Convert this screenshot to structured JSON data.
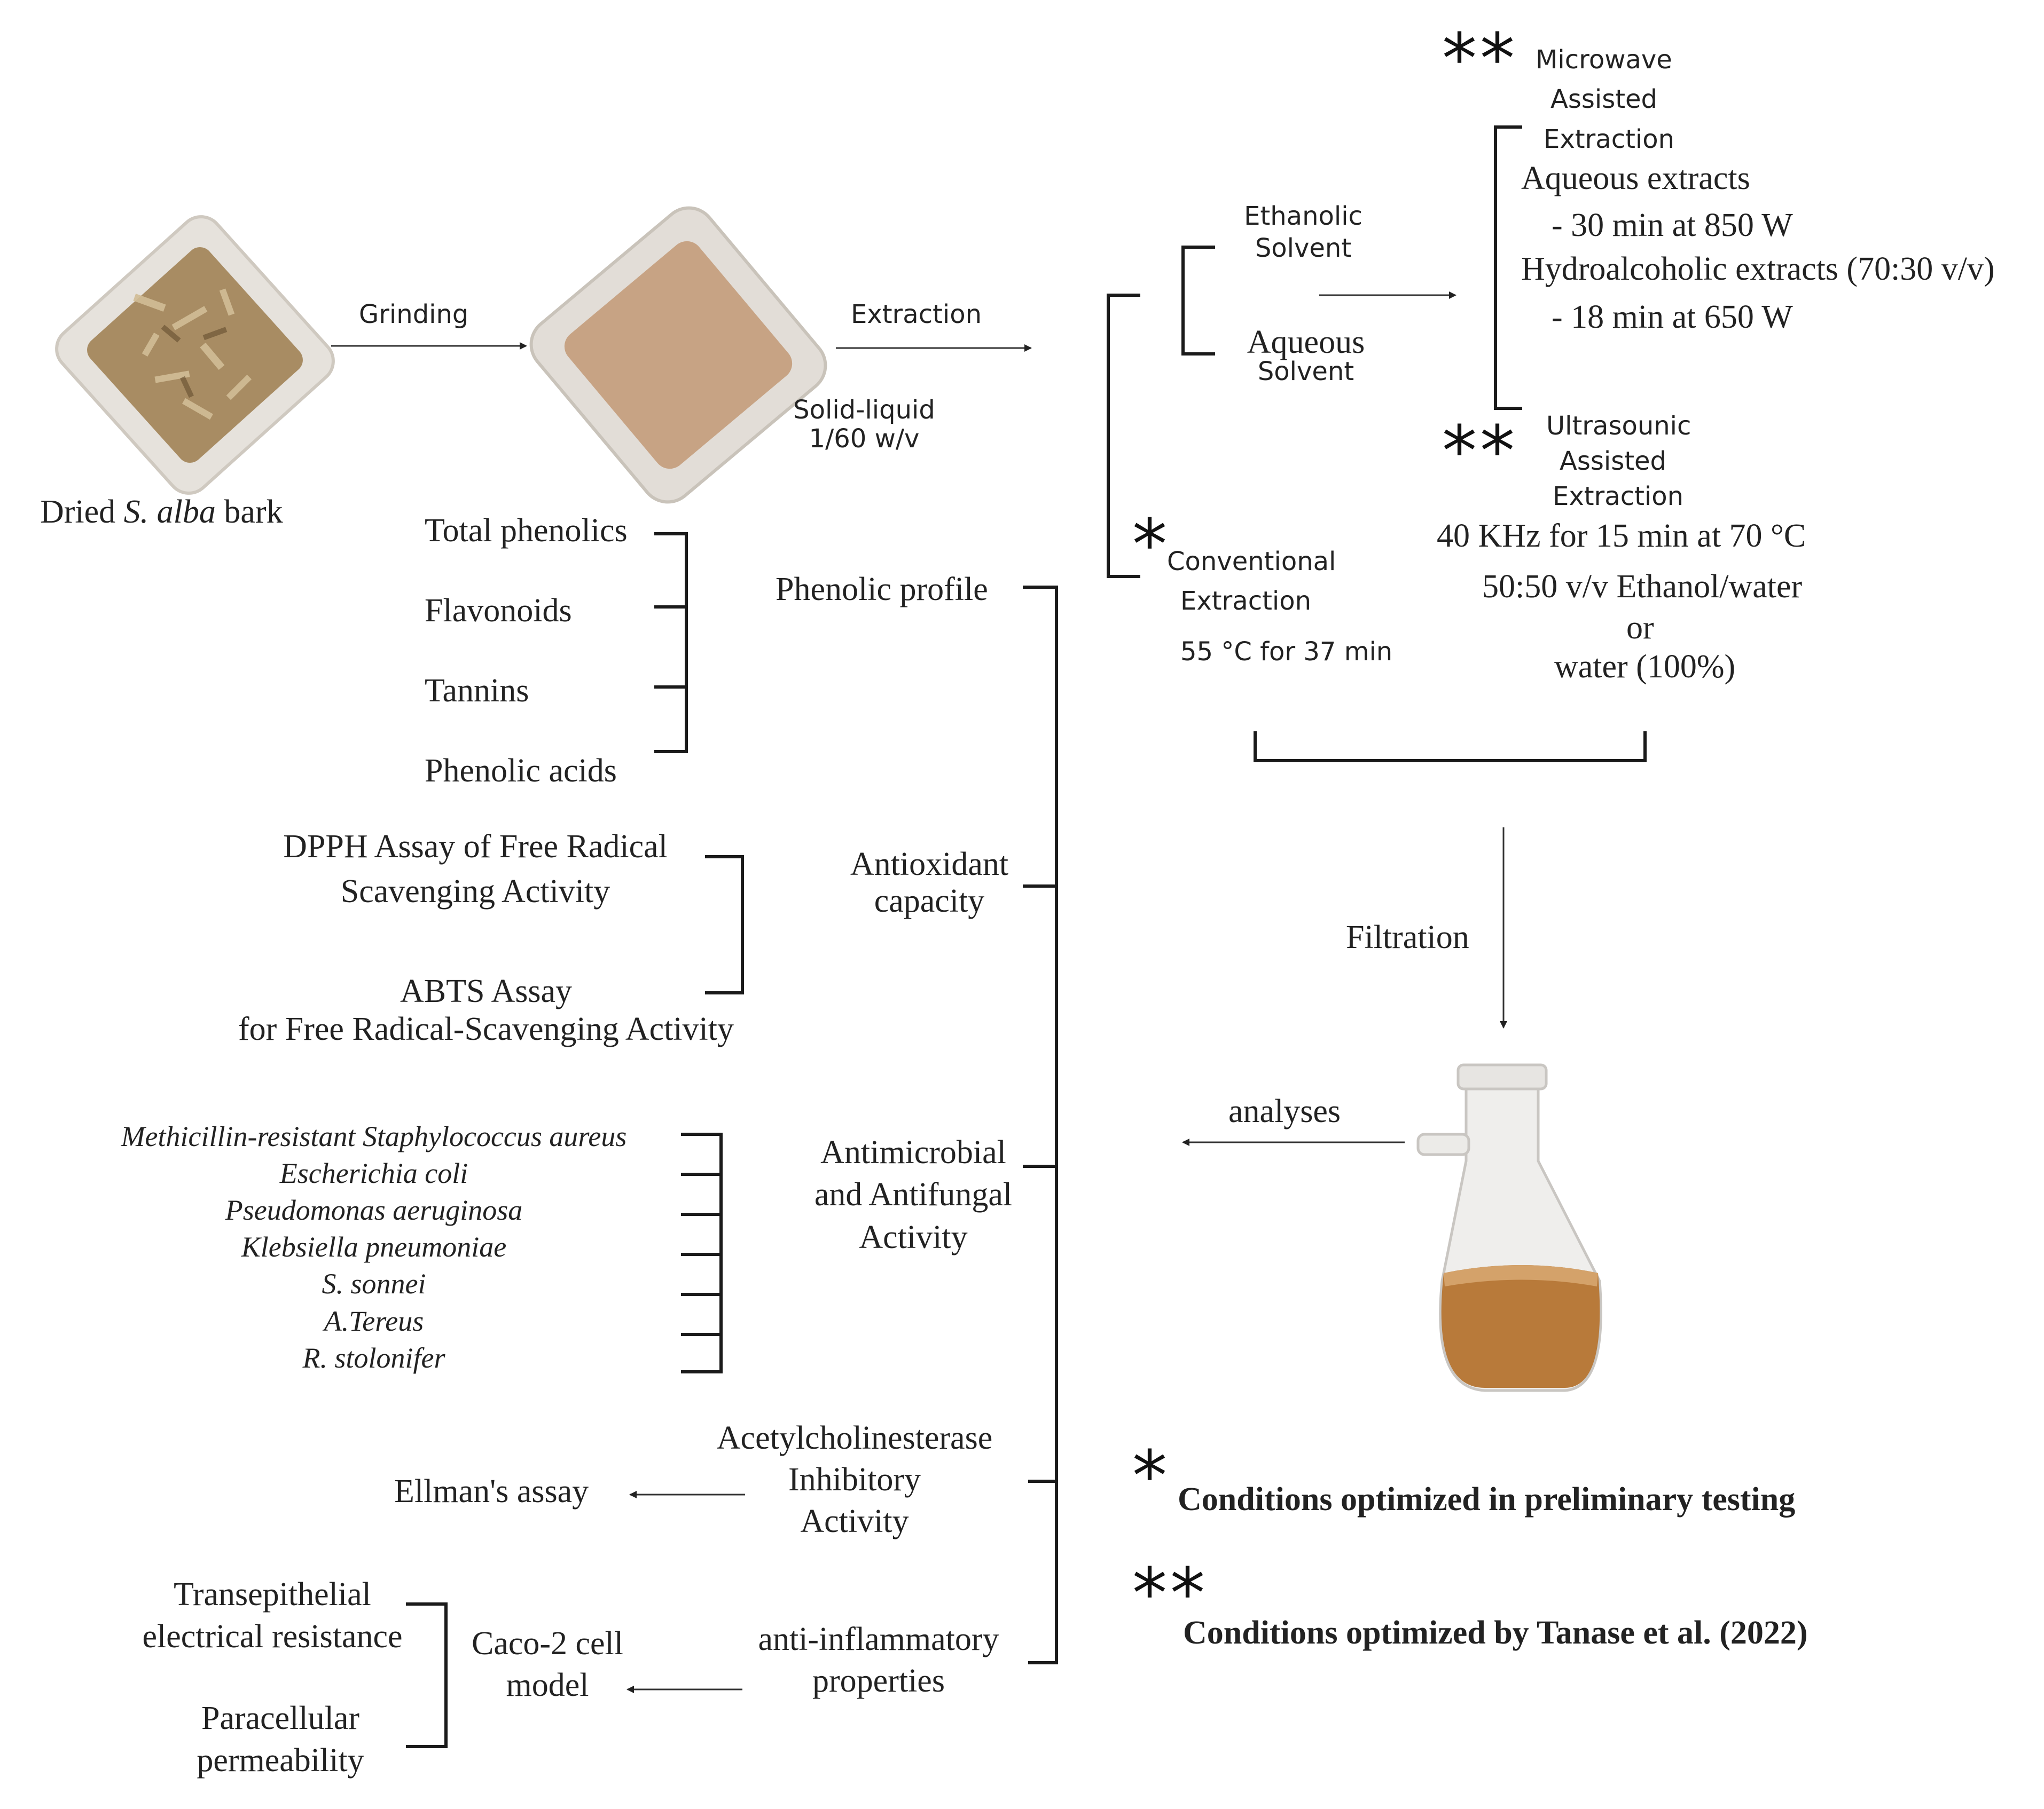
{
  "figure": {
    "dried_bark_label": {
      "pre": "Dried ",
      "species": "S. alba",
      "post": " bark"
    },
    "step_grinding": "Grinding",
    "step_extraction": "Extraction",
    "solid_liquid": [
      "Solid-liquid",
      "1/60 w/v"
    ],
    "ethanolic_solvent": [
      "Ethanolic",
      "Solvent"
    ],
    "aqueous_solvent": [
      "Aqueous",
      "Solvent"
    ],
    "mae": {
      "stars": "**",
      "title": [
        "Microwave",
        "Assisted",
        "Extraction"
      ],
      "aqueous_extracts": "Aqueous extracts",
      "aqueous_cond": "- 30 min at 850 W",
      "hydroalcoholic_extracts": "Hydroalcoholic extracts (70:30 v/v)",
      "hydroalcoholic_cond": "- 18 min at 650 W"
    },
    "uae": {
      "stars": "**",
      "title": [
        "Ultrasounic",
        "Assisted",
        "Extraction"
      ],
      "cond1": "40 KHz for 15 min at 70 °C",
      "cond2": "50:50 v/v Ethanol/water",
      "cond3": "or",
      "cond4": "water (100%)"
    },
    "conventional": {
      "stars": "*",
      "title": [
        "Conventional",
        "Extraction"
      ],
      "cond": "55 °C for 37 min"
    },
    "filtration": "Filtration",
    "analyses": "analyses",
    "phenolic_profile": "Phenolic profile",
    "phenolic_items": [
      "Total phenolics",
      "Flavonoids",
      "Tannins",
      "Phenolic acids"
    ],
    "antioxidant": [
      "Antioxidant",
      "capacity"
    ],
    "dpph": [
      "DPPH Assay of Free Radical",
      "Scavenging Activity"
    ],
    "abts": [
      "ABTS Assay",
      "for Free Radical-Scavenging Activity"
    ],
    "antimicrobial": [
      "Antimicrobial",
      "and Antifungal",
      "Activity"
    ],
    "microbes": [
      "Methicillin-resistant Staphylococcus aureus",
      "Escherichia coli",
      "Pseudomonas aeruginosa",
      "Klebsiella pneumoniae",
      "S. sonnei",
      "A.Tereus",
      "R. stolonifer"
    ],
    "ache": [
      "Acetylcholinesterase",
      "Inhibitory",
      "Activity"
    ],
    "ellman": "Ellman's assay",
    "anti_inflammatory": [
      "anti-inflammatory",
      "properties"
    ],
    "caco2": [
      "Caco-2 cell",
      "model"
    ],
    "teer": [
      "Transepithelial",
      "electrical resistance"
    ],
    "paracellular": [
      "Paracellular",
      "permeability"
    ],
    "legend": {
      "single_star": "*",
      "single_text": "Conditions optimized in preliminary testing",
      "double_star": "**",
      "double_text": "Conditions optimized by Tanase et al. (2022)"
    }
  },
  "colors": {
    "line": "#1a1a1a",
    "bark_tray": "#e6e2dc",
    "bark_chips": "#a88c63",
    "powder": "#c7a384",
    "flask_liquid": "#b87a3a"
  },
  "icons": [
    "bark-chips-tray-image",
    "bark-powder-tray-image",
    "filtration-flask-image"
  ]
}
